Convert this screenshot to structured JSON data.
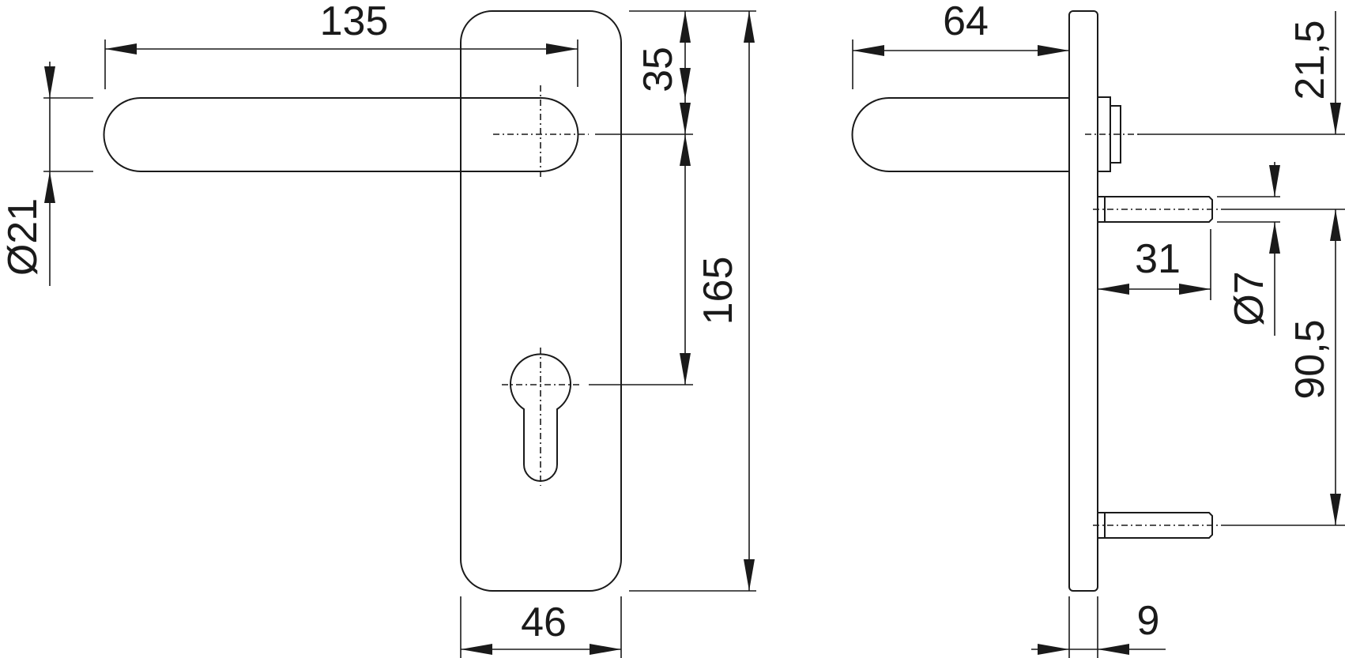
{
  "dimensions": {
    "lever_length": "135",
    "lever_diameter": "Ø21",
    "top_to_spindle": "35",
    "spindle_to_cylinder": "165",
    "plate_width": "46",
    "side_projection": "64",
    "side_top_to_spindle": "21,5",
    "screw_diameter": "Ø7",
    "screw_length": "31",
    "screw_spacing": "90,5",
    "plate_thickness": "9"
  }
}
